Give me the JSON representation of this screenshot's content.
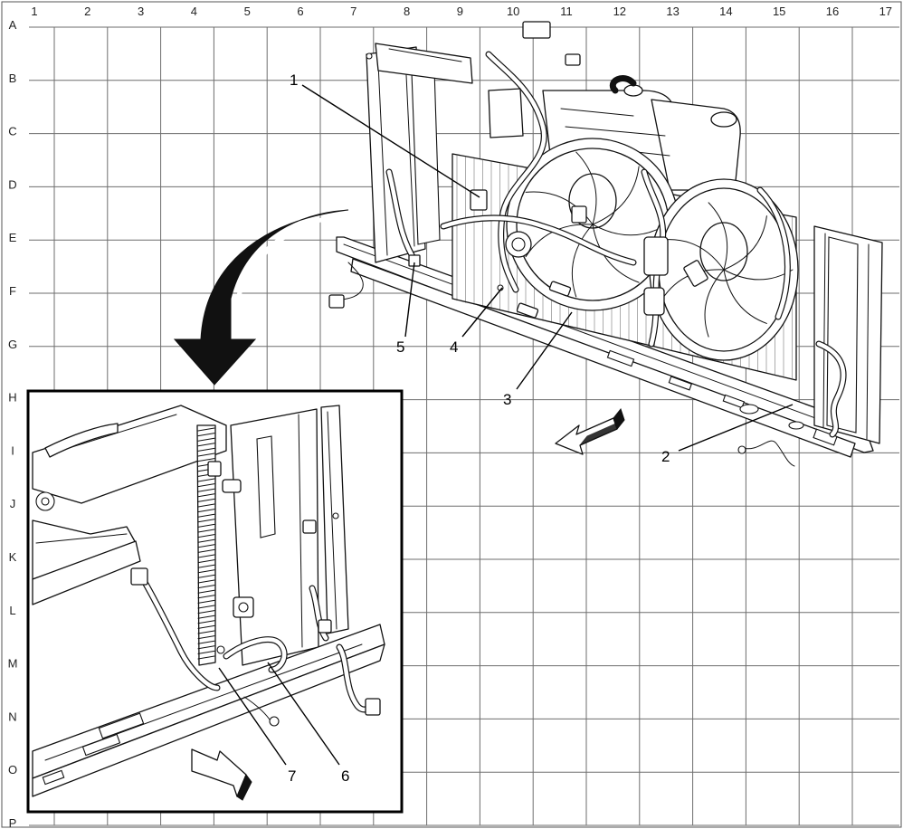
{
  "grid": {
    "columns": [
      "1",
      "2",
      "3",
      "4",
      "5",
      "6",
      "7",
      "8",
      "9",
      "10",
      "11",
      "12",
      "13",
      "14",
      "15",
      "16",
      "17"
    ],
    "rows": [
      "A",
      "B",
      "C",
      "D",
      "E",
      "F",
      "G",
      "H",
      "I",
      "J",
      "K",
      "L",
      "M",
      "N",
      "O",
      "P"
    ]
  },
  "callouts": [
    {
      "id": "c1",
      "label": "1"
    },
    {
      "id": "c2",
      "label": "2"
    },
    {
      "id": "c3",
      "label": "3"
    },
    {
      "id": "c4",
      "label": "4"
    },
    {
      "id": "c5",
      "label": "5"
    },
    {
      "id": "c6",
      "label": "6"
    },
    {
      "id": "c7",
      "label": "7"
    }
  ],
  "icons": {
    "detail_pointer": "curved-arrow-icon",
    "front_indicator_main": "front-arrow-icon",
    "front_indicator_inset": "front-arrow-icon"
  }
}
